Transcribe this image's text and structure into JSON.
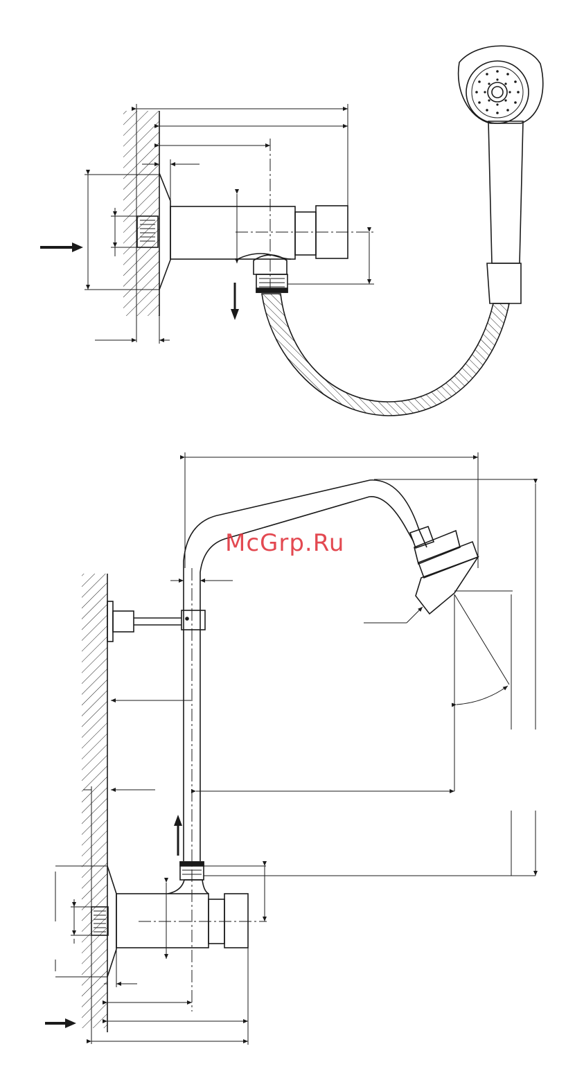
{
  "watermark": {
    "text": "McGrp.Ru",
    "color": "#e0303a"
  },
  "colors": {
    "line": "#1a1a1a",
    "background": "#ffffff"
  },
  "figures": [
    {
      "name": "wall-valve-with-hand-shower-and-hose"
    },
    {
      "name": "wall-valve-with-shower-riser-and-head"
    }
  ],
  "icons": [
    "water-inlet-arrow-icon",
    "water-outlet-arrow-icon",
    "hatched-wall-icon"
  ]
}
